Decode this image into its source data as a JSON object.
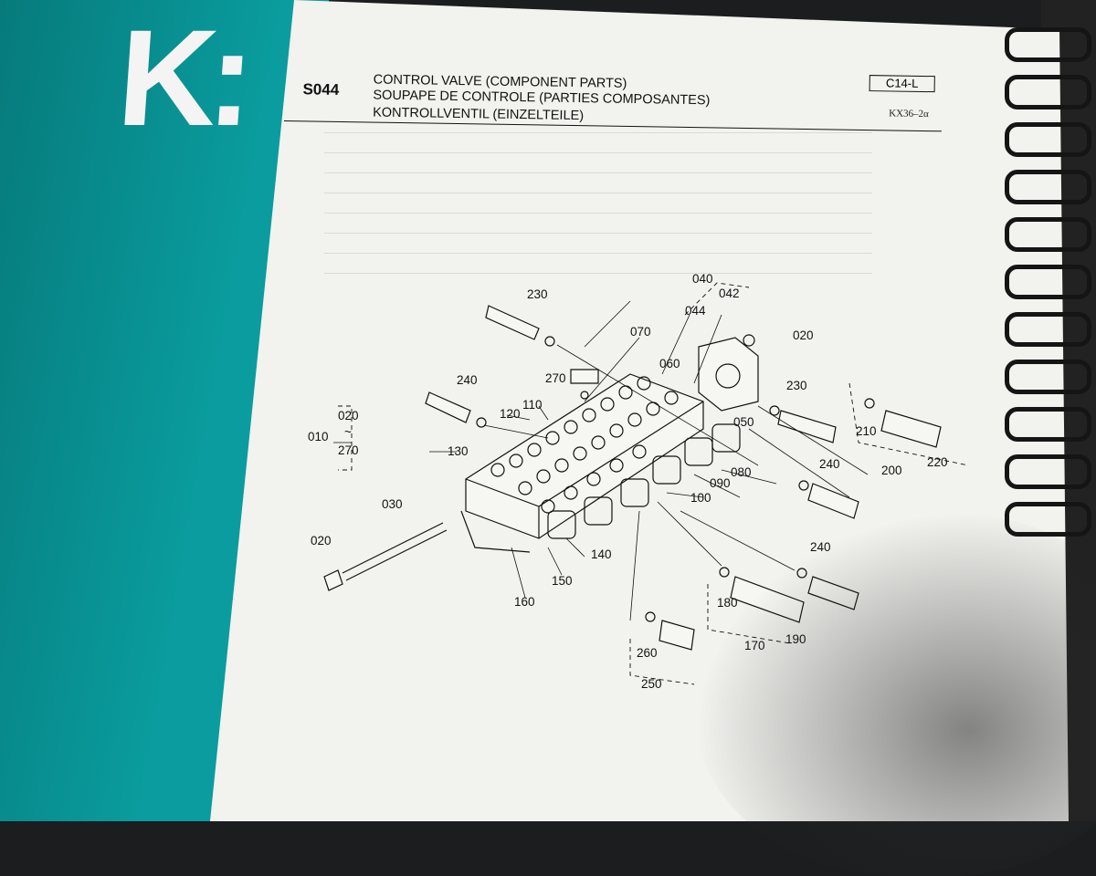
{
  "brand": {
    "partial_logo": "K:"
  },
  "header": {
    "code": "S044",
    "title_en": "CONTROL VALVE (COMPONENT PARTS)",
    "title_fr": "SOUPAPE DE CONTROLE (PARTIES COMPOSANTES)",
    "title_de": "KONTROLLVENTIL (EINZELTEILE)",
    "tag": "C14-L",
    "model": "KX36–2α"
  },
  "labels": {
    "p010": "010",
    "p020a": "020",
    "p020b": "020",
    "p020c": "020",
    "p030": "030",
    "p040": "040",
    "p042": "042",
    "p044": "044",
    "p050": "050",
    "p060": "060",
    "p070": "070",
    "p080": "080",
    "p090": "090",
    "p100": "100",
    "p110": "110",
    "p120": "120",
    "p130": "130",
    "p140": "140",
    "p150": "150",
    "p160": "160",
    "p170": "170",
    "p180": "180",
    "p190": "190",
    "p200": "200",
    "p210": "210",
    "p220": "220",
    "p230a": "230",
    "p230b": "230",
    "p240a": "240",
    "p240b": "240",
    "p240c": "240",
    "p250": "250",
    "p260": "260",
    "p270a": "270",
    "p270b": "270",
    "range_sep": "~"
  }
}
